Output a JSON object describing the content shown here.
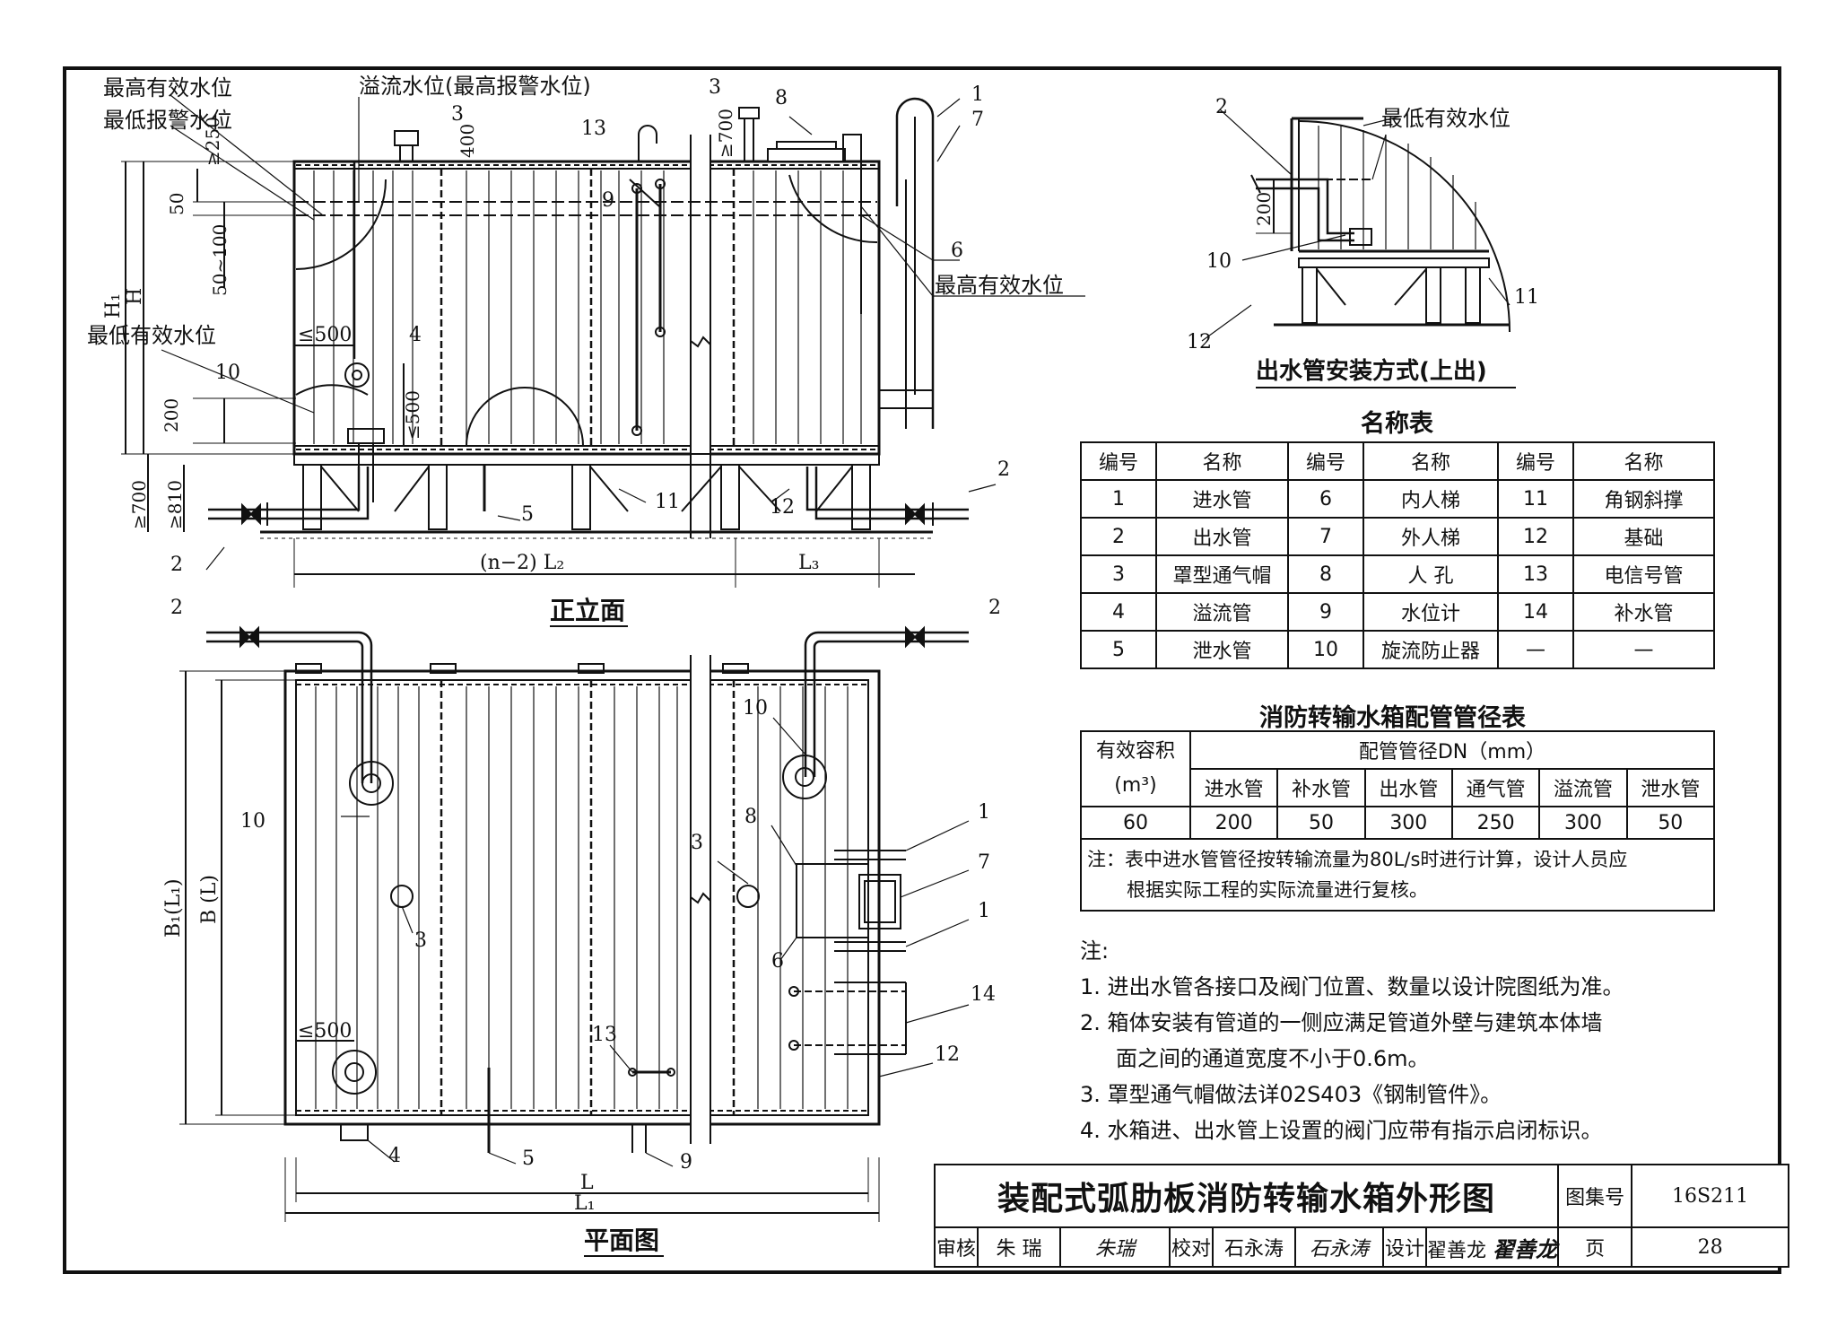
{
  "views": {
    "front": {
      "title": "正立面",
      "labels": {
        "max_effective": "最高有效水位",
        "min_alarm": "最低报警水位",
        "overflow": "溢流水位(最高报警水位)",
        "min_effective": "最低有效水位",
        "max_effective_right": "最高有效水位"
      },
      "dims": {
        "ge250": "≥250",
        "d400": "400",
        "d700": "≥700",
        "d50": "50",
        "d50_100": "50~100",
        "H1": "H₁",
        "H": "H",
        "le500a": "≤500",
        "le500b": "≤500",
        "d200": "200",
        "ge700": "≥700",
        "ge810": "≥810",
        "n2L2": "(n−2) L₂",
        "L3": "L₃"
      },
      "callouts": [
        "3",
        "8",
        "1",
        "7",
        "13",
        "9",
        "6",
        "4",
        "10",
        "5",
        "11",
        "12",
        "2",
        "2",
        "3"
      ]
    },
    "plan": {
      "title": "平面图",
      "dims": {
        "B1L1": "B₁(L₁)",
        "BL": "B (L)",
        "L": "L",
        "L1": "L₁",
        "le500": "≤500"
      },
      "callouts": [
        "2",
        "2",
        "10",
        "10",
        "3",
        "3",
        "8",
        "1",
        "7",
        "1",
        "6",
        "14",
        "12",
        "13",
        "4",
        "5",
        "9"
      ]
    },
    "detail": {
      "title": "出水管安装方式(上出)",
      "label_min_effective": "最低有效水位",
      "dim_200": "200",
      "callouts": [
        "2",
        "10",
        "11",
        "12"
      ]
    }
  },
  "names_table": {
    "title": "名称表",
    "headers": [
      "编号",
      "名称",
      "编号",
      "名称",
      "编号",
      "名称"
    ],
    "rows": [
      [
        "1",
        "进水管",
        "6",
        "内人梯",
        "11",
        "角钢斜撑"
      ],
      [
        "2",
        "出水管",
        "7",
        "外人梯",
        "12",
        "基础"
      ],
      [
        "3",
        "罩型通气帽",
        "8",
        "人 孔",
        "13",
        "电信号管"
      ],
      [
        "4",
        "溢流管",
        "9",
        "水位计",
        "14",
        "补水管"
      ],
      [
        "5",
        "泄水管",
        "10",
        "旋流防止器",
        "—",
        "—"
      ]
    ]
  },
  "pipe_table": {
    "title": "消防转输水箱配管管径表",
    "col1_header_line1": "有效容积",
    "col1_header_line2": "(m³)",
    "group_header": "配管管径DN（mm）",
    "sub_headers": [
      "进水管",
      "补水管",
      "出水管",
      "通气管",
      "溢流管",
      "泄水管"
    ],
    "row": [
      "60",
      "200",
      "50",
      "300",
      "250",
      "300",
      "50"
    ],
    "note_line1": "注：表中进水管管径按转输流量为80L/s时进行计算，设计人员应",
    "note_line2": "根据实际工程的实际流量进行复核。"
  },
  "notes": {
    "heading": "注:",
    "items": [
      {
        "line1": "1.  进出水管各接口及阀门位置、数量以设计院图纸为准。",
        "line2": ""
      },
      {
        "line1": "2.  箱体安装有管道的一侧应满足管道外壁与建筑本体墙",
        "line2": "面之间的通道宽度不小于0.6m。"
      },
      {
        "line1": "3.  罩型通气帽做法详02S403《钢制管件》。",
        "line2": ""
      },
      {
        "line1": "4.  水箱进、出水管上设置的阀门应带有指示启闭标识。",
        "line2": ""
      }
    ]
  },
  "title_block": {
    "drawing_title": "装配式弧肋板消防转输水箱外形图",
    "atlas_label": "图集号",
    "atlas_no": "16S211",
    "review_label": "审核",
    "reviewer": "朱 瑞",
    "review_sig": "朱瑞",
    "check_label": "校对",
    "checker": "石永涛",
    "check_sig": "石永涛",
    "design_label": "设计",
    "designer": "翟善龙",
    "design_sig": "翟善龙",
    "page_label": "页",
    "page_no": "28"
  }
}
